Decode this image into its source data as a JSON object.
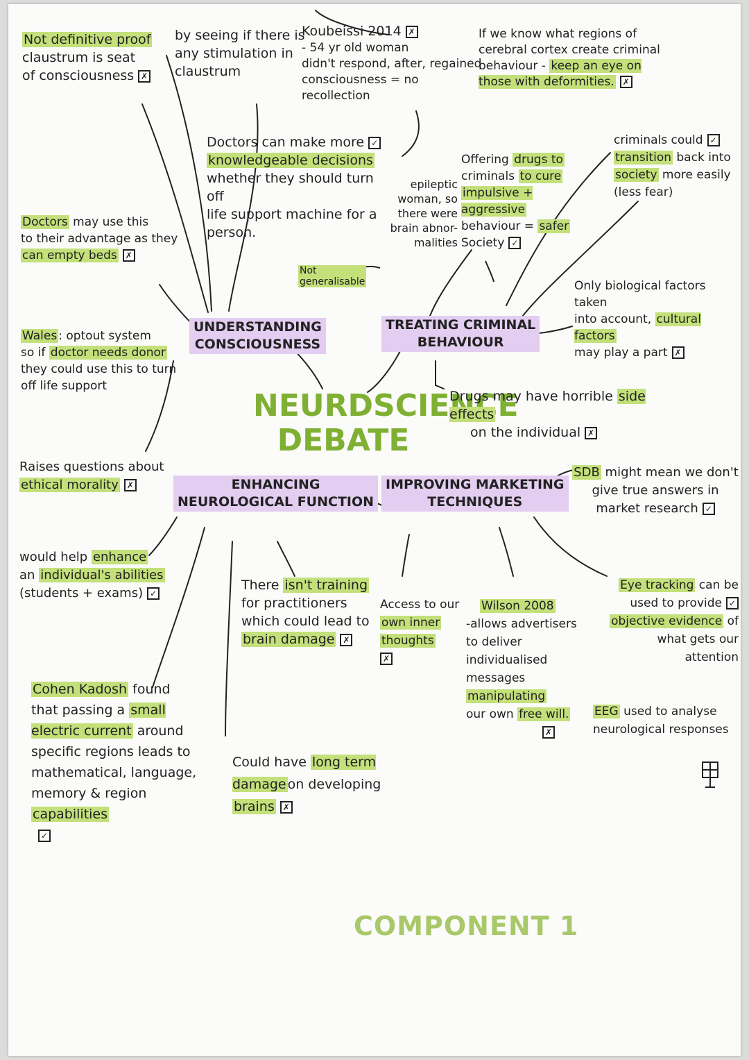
{
  "title": "NEURDSCIENCE\nDEBATE",
  "footer": "COMPONENT 1",
  "branches": {
    "consciousness": "UNDERSTANDING\nCONSCIOUSNESS",
    "criminal": "TREATING CRIMINAL\nBEHAVIOUR",
    "neuro": "ENHANCING\nNEUROLOGICAL FUNCTION",
    "marketing": "IMPROVING MARKETING\nTECHNIQUES"
  },
  "marks": {
    "tick": "✓",
    "cross": "✗"
  },
  "notes": {
    "n1_hl": "Not definitive proof",
    "n1_rest": "claustrum is seat\nof consciousness",
    "n2": "by seeing if there is\nany stimulation in\nclaustrum",
    "n3_title": "Koubeissi 2014",
    "n3_rest": "- 54 yr old woman\ndidn't respond, after, regained\nconsciousness = no recollection",
    "n4_a": "If we know what regions of\ncerebral cortex create criminal\nbehaviour -",
    "n4_hl": "keep an eye on those with deformities.",
    "n5_a": "Doctors can make more",
    "n5_hl": "knowledgeable decisions",
    "n5_b": "whether they should turn off\nlife support machine for a\nperson.",
    "n6": "epileptic\nwoman, so\nthere were\nbrain abnor-\nmalities",
    "n6_b": "Not\ngeneralisable",
    "n7_a": "Offering",
    "n7_hl1": "drugs to",
    "n7_b": "criminals",
    "n7_hl2": "to cure",
    "n7_hl3": "impulsive + aggressive",
    "n7_c": "behaviour =",
    "n7_hl4": "safer",
    "n7_d": "Society",
    "n8_a": "criminals could",
    "n8_hl1": "transition",
    "n8_b": "back into",
    "n8_hl2": "society",
    "n8_c": "more easily\n(less fear)",
    "n9_hl": "Doctors",
    "n9_a": "may use this\nto their advantage as they",
    "n9_hl2": "can empty beds",
    "n10_a": "Only biological factors taken\ninto account,",
    "n10_hl": "cultural factors",
    "n10_b": "may play a part",
    "n11_hl1": "Wales",
    "n11_a": ": optout system\nso if",
    "n11_hl2": "doctor needs donor",
    "n11_b": "they could use this to turn\noff life support",
    "n12_a": "Drugs may have horrible",
    "n12_hl": "side effects",
    "n12_b": "on the individual",
    "n13_a": "Raises questions about",
    "n13_hl": "ethical morality",
    "n14_hl": "SDB",
    "n14_a": "might mean we don't\ngive true answers in\nmarket research",
    "n15_a": "would help",
    "n15_hl1": "enhance",
    "n15_b": "an",
    "n15_hl2": "individual's abilities",
    "n15_c": "(students + exams)",
    "n16_a": "There",
    "n16_hl": "isn't training",
    "n16_b": "for practitioners\nwhich could lead to",
    "n16_hl2": "brain damage",
    "n17_a": "Access to our",
    "n17_hl1": "own inner",
    "n17_hl2": "thoughts",
    "n18_hl": "Wilson 2008",
    "n18_a": "-allows advertisers\nto deliver individualised\nmessages",
    "n18_hl2": "manipulating",
    "n18_b": "our own",
    "n18_hl3": "free will.",
    "n19_hl1": "Eye tracking",
    "n19_a": "can be\nused to provide",
    "n19_hl2": "objective evidence",
    "n19_b": "of\nwhat gets our attention",
    "n20_hl": "EEG",
    "n20_a": "used to analyse\nneurological responses",
    "n21_hl1": "Cohen Kadosh",
    "n21_a": "found\nthat passing a",
    "n21_hl2": "small\nelectric current",
    "n21_b": "around\nspecific regions leads to\nmathematical, language,\nmemory & region",
    "n21_hl3": "capabilities",
    "n22_a": "Could have",
    "n22_hl1": "long term\ndamage",
    "n22_b": "on developing",
    "n22_hl2": "brains"
  }
}
